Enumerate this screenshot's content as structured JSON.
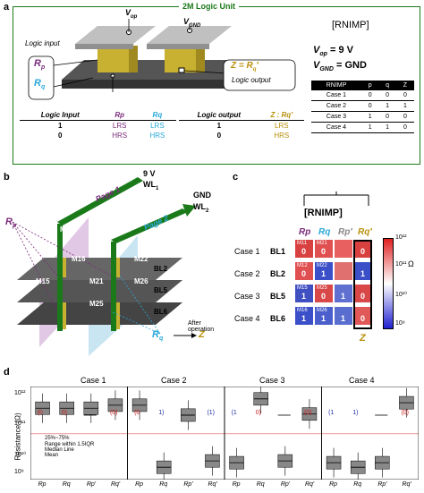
{
  "panel_a": {
    "label": "a",
    "title": "2M Logic Unit",
    "vop_label": "V",
    "vop_sub": "op",
    "vgnd_label": "V",
    "vgnd_sub": "GND",
    "logic_input_label": "Logic input",
    "logic_output_label": "Logic output",
    "rp": "R",
    "rp_sub": "p",
    "rq": "R",
    "rq_sub": "q",
    "z_eq": "Z = R",
    "z_eq_sub": "q",
    "z_eq_prime": "′",
    "rnimp": "[RNIMP]",
    "vop_eq": "V",
    "vop_eq_sub": "op",
    "vop_eq_val": " = 9 V",
    "vgnd_eq": "V",
    "vgnd_eq_sub": "GND",
    "vgnd_eq_val": " = GND",
    "truth_input": {
      "headers": [
        "Logic Input",
        "Rp",
        "Rq"
      ],
      "rows": [
        [
          "1",
          "LRS",
          "LRS"
        ],
        [
          "0",
          "HRS",
          "HRS"
        ]
      ]
    },
    "truth_output": {
      "headers": [
        "Logic output",
        "Z : Rq′"
      ],
      "rows": [
        [
          "1",
          "LRS"
        ],
        [
          "0",
          "HRS"
        ]
      ]
    },
    "rnimp_table": {
      "headers": [
        "RNIMP",
        "p",
        "q",
        "Z"
      ],
      "rows": [
        [
          "Case 1",
          "0",
          "0",
          "0"
        ],
        [
          "Case 2",
          "0",
          "1",
          "1"
        ],
        [
          "Case 3",
          "1",
          "0",
          "0"
        ],
        [
          "Case 4",
          "1",
          "1",
          "0"
        ]
      ]
    }
  },
  "panel_b": {
    "label": "b",
    "voltage": "9 V",
    "wl1": "WL",
    "wl1_sub": "1",
    "gnd": "GND",
    "wl2": "WL",
    "wl2_sub": "2",
    "page1": "Page 1",
    "page2": "Page 2",
    "rp": "R",
    "rp_sub": "p",
    "rq": "R",
    "rq_sub": "q",
    "z": "Z",
    "after": "After operation",
    "m_labels": [
      "M11",
      "M15",
      "M16",
      "M21",
      "M22",
      "M25",
      "M26"
    ],
    "bl_labels": [
      "BL2",
      "BL5",
      "BL6"
    ]
  },
  "panel_c": {
    "label": "c",
    "title": "[RNIMP]",
    "col_heads": [
      "Rp",
      "Rq",
      "Rp′",
      "Rq′"
    ],
    "cases": [
      "Case 1",
      "Case 2",
      "Case 3",
      "Case 4"
    ],
    "bls": [
      "BL1",
      "BL2",
      "BL5",
      "BL6"
    ],
    "cells": [
      {
        "m": [
          "M11",
          "M21",
          "",
          ""
        ],
        "v": [
          "0",
          "0",
          "",
          "0"
        ],
        "c": [
          "#d94040",
          "#e05050",
          "#e86060",
          "#d94040"
        ]
      },
      {
        "m": [
          "M12",
          "M22",
          "",
          ""
        ],
        "v": [
          "0",
          "1",
          "",
          "1"
        ],
        "c": [
          "#e05050",
          "#3a4fc8",
          "#e07070",
          "#3a4fc8"
        ]
      },
      {
        "m": [
          "M15",
          "M25",
          "",
          ""
        ],
        "v": [
          "1",
          "0",
          "1",
          "0"
        ],
        "c": [
          "#4050c0",
          "#d84848",
          "#6070d0",
          "#d84848"
        ]
      },
      {
        "m": [
          "M16",
          "M26",
          "",
          ""
        ],
        "v": [
          "1",
          "1",
          "1",
          "0"
        ],
        "c": [
          "#3a4fc8",
          "#4a5ecc",
          "#5a6ed0",
          "#e05858"
        ]
      }
    ],
    "z": "Z",
    "colorbar_ticks": [
      "10¹²",
      "10¹¹",
      "10¹⁰",
      "10⁹"
    ],
    "unit": "Ω"
  },
  "panel_d": {
    "label": "d",
    "ylabel": "Resistance (Ω)",
    "y_ticks": [
      "10¹²",
      "10¹¹",
      "10¹⁰",
      "10⁹"
    ],
    "cases": [
      "Case 1",
      "Case 2",
      "Case 3",
      "Case 4"
    ],
    "x_ticks": [
      "Rp",
      "Rq",
      "Rp′",
      "Rq′"
    ],
    "legend": [
      "25%~75%",
      "Range within 1.5IQR",
      "Median Line",
      "Mean"
    ],
    "logic": [
      [
        "(0",
        "0)",
        "(0)"
      ],
      [
        "(0",
        "1)",
        "(1)"
      ],
      [
        "(1",
        "0)",
        "(0)"
      ],
      [
        "(1",
        "1)",
        "(0)"
      ]
    ]
  },
  "chart_data": {
    "type": "box",
    "title": "",
    "ylabel": "Resistance (Ω)",
    "y_scale": "log",
    "ylim": [
      1000000000.0,
      1000000000000.0
    ],
    "categories": [
      "Rp",
      "Rq",
      "Rp′",
      "Rq′"
    ],
    "series": [
      {
        "name": "Case 1",
        "medians": [
          200000000000.0,
          200000000000.0,
          200000000000.0,
          250000000000.0
        ]
      },
      {
        "name": "Case 2",
        "medians": [
          250000000000.0,
          2500000000.0,
          120000000000.0,
          4000000000.0
        ]
      },
      {
        "name": "Case 3",
        "medians": [
          3500000000.0,
          400000000000.0,
          4000000000.0,
          130000000000.0
        ]
      },
      {
        "name": "Case 4",
        "medians": [
          3500000000.0,
          2500000000.0,
          3500000000.0,
          300000000000.0
        ]
      }
    ]
  }
}
